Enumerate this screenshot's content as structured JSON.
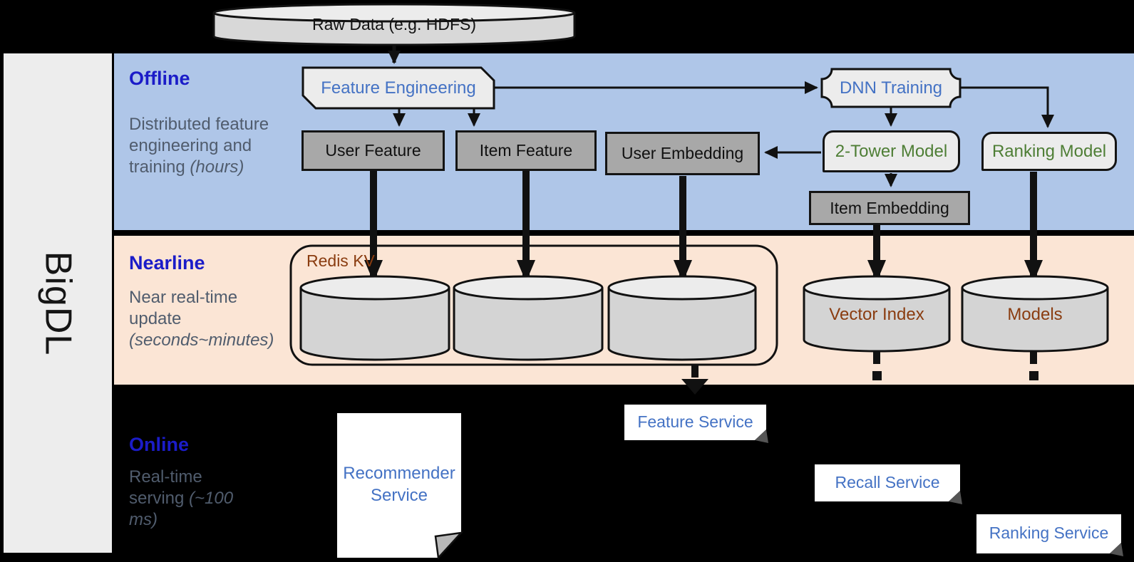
{
  "brand": {
    "name": "BigDL"
  },
  "raw_data": {
    "label": "Raw Data (e.g. HDFS)"
  },
  "sections": {
    "offline": {
      "title": "Offline",
      "desc_main": "Distributed feature engineering and training ",
      "desc_italic": "(hours)"
    },
    "nearline": {
      "title": "Nearline",
      "desc_main": "Near real-time update ",
      "desc_italic": "(seconds~minutes)"
    },
    "online": {
      "title": "Online",
      "desc_main": "Real-time serving ",
      "desc_italic": "(~100 ms)"
    }
  },
  "offline": {
    "feature_engineering": "Feature Engineering",
    "dnn_training": "DNN Training",
    "user_feature": "User Feature",
    "item_feature": "Item Feature",
    "user_embedding": "User Embedding",
    "two_tower_model": "2-Tower Model",
    "ranking_model": "Ranking Model",
    "item_embedding": "Item Embedding"
  },
  "nearline": {
    "redis_kv": "Redis KV",
    "vector_index": "Vector Index",
    "models": "Models"
  },
  "online": {
    "recommender_service": "Recommender Service",
    "feature_service": "Feature Service",
    "recall_service": "Recall Service",
    "ranking_service": "Ranking Service"
  },
  "colors": {
    "offline_band": "#afc6e8",
    "nearline_band": "#fbe5d5",
    "background": "#000000",
    "accent_blue_text": "#4472c4",
    "section_title_blue": "#1b1cc8",
    "model_green_text": "#4e7e35",
    "storage_brown_text": "#8a3c10",
    "description_gray": "#505c6d",
    "dark_gray_box": "#a8a8a8",
    "light_gray_shape": "#ececec"
  }
}
